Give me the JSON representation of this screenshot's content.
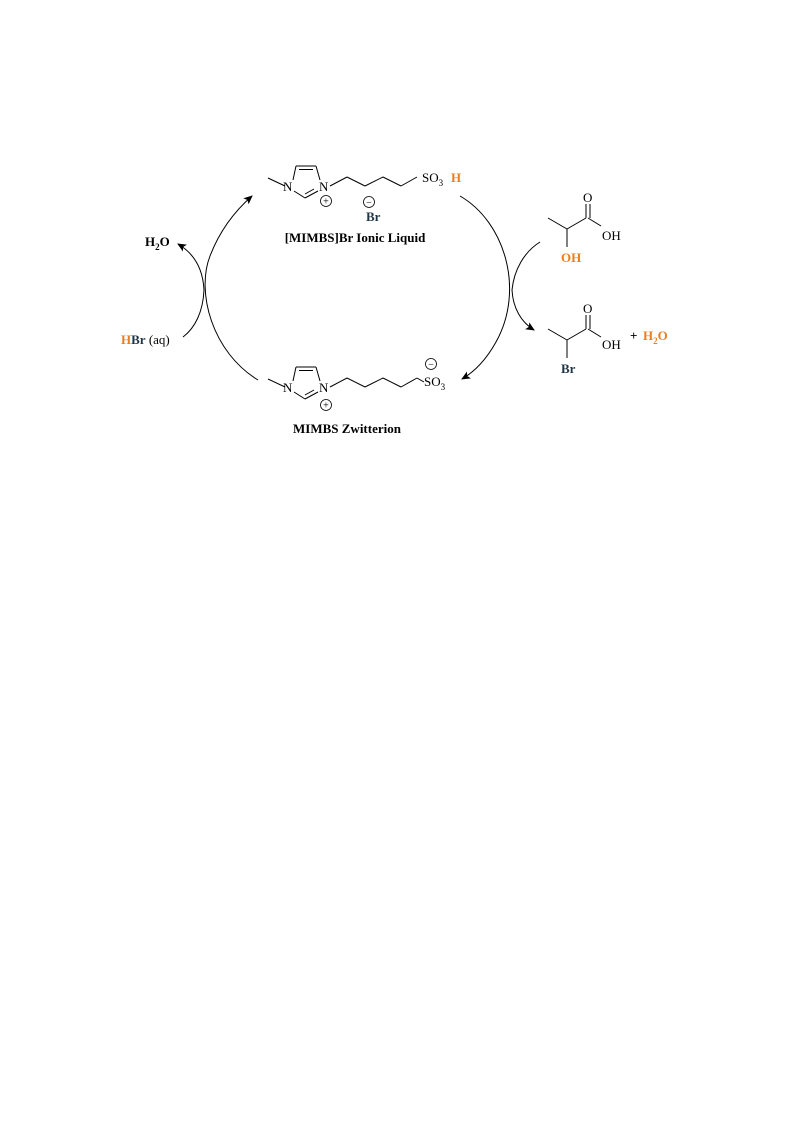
{
  "colors": {
    "ink": "#000000",
    "highlight": "#ed7d1c",
    "bromine": "#1f3545"
  },
  "top_species": {
    "N_left": "N",
    "N_right": "N",
    "plus": "+",
    "SO3_S": "SO",
    "SO3_sub": "3",
    "acid_H": "H",
    "counter_minus": "−",
    "counter_Br": "Br",
    "label": "[MIMBS]Br Ionic Liquid"
  },
  "bottom_species": {
    "N_left": "N",
    "N_right": "N",
    "plus": "+",
    "SO3_S": "SO",
    "SO3_sub": "3",
    "minus": "−",
    "label": "MIMBS Zwitterion"
  },
  "left_side": {
    "water_H": "H",
    "water_sub": "2",
    "water_O": "O",
    "hbr_H": "H",
    "hbr_Br": "Br",
    "hbr_state": " (aq)"
  },
  "right_side": {
    "lactic": {
      "carbonyl_O": "O",
      "acid_OH": "OH",
      "hydroxyl": "OH"
    },
    "product": {
      "carbonyl_O": "O",
      "acid_OH": "OH",
      "bromo": "Br"
    },
    "plus": "+",
    "water_H": "H",
    "water_sub": "2",
    "water_O": "O"
  },
  "icons": [
    "plus-circle-icon",
    "minus-circle-icon",
    "arrowhead-icon"
  ]
}
